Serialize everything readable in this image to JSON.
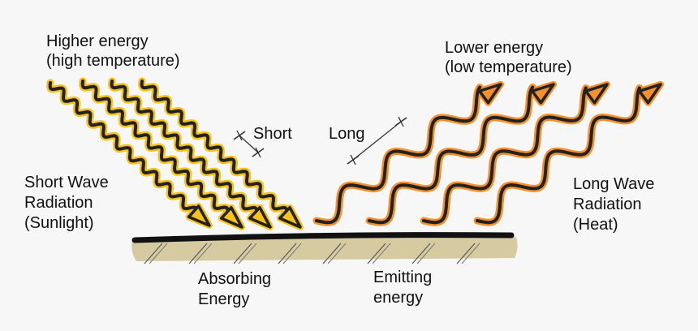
{
  "labels": {
    "higher_energy": "Higher energy",
    "high_temperature": "(high temperature)",
    "lower_energy": "Lower energy",
    "low_temperature": "(low temperature)",
    "short": "Short",
    "long": "Long",
    "short_wave_1": "Short Wave",
    "short_wave_2": "Radiation",
    "short_wave_3": "(Sunlight)",
    "long_wave_1": "Long Wave",
    "long_wave_2": "Radiation",
    "long_wave_3": "(Heat)",
    "absorbing_1": "Absorbing",
    "absorbing_2": "Energy",
    "emitting_1": "Emitting",
    "emitting_2": "energy"
  },
  "colors": {
    "short_wave_glow": "#f7c21b",
    "long_wave_glow": "#f7902a",
    "wave_line": "#222222",
    "ground": "#d6cba0",
    "surface": "#111111",
    "background": "#f7f7f7"
  }
}
